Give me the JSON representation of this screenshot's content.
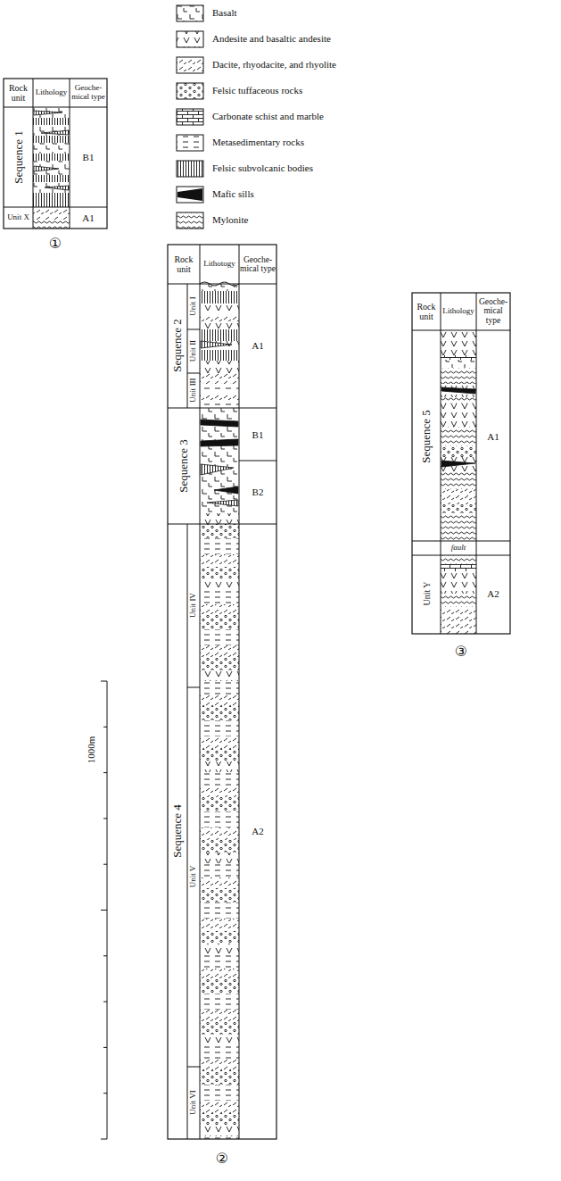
{
  "diagram": {
    "labels": [
      "Rock unit",
      "Lithology",
      "Geoche-mical type",
      "Sequence 1",
      "B1",
      "Unit X",
      "A1",
      "①",
      "Rock unit",
      "Lithotogy",
      "Geoche-mical type",
      "Sequence 2",
      "Unit I",
      "Unit II",
      "Unit III",
      "A1",
      "Sequence 3",
      "B1",
      "B2",
      "Sequence 4",
      "Unit IV",
      "Unit V",
      "Unit VI",
      "A2",
      "②",
      "1000m",
      "Rock unit",
      "Lithology",
      "Geoche-mical type",
      "Sequence 5",
      "A1",
      "fault",
      "Unit Y",
      "A2",
      "③"
    ],
    "legend": [
      {
        "text": "Basalt"
      },
      {
        "text": "Andesite and basaltic andesite"
      },
      {
        "text": "Dacite, rhyodacite, and rhyolite"
      },
      {
        "text": "Felsic tuffaceous rocks"
      },
      {
        "text": "Carbonate schist and marble"
      },
      {
        "text": "Metasedimentary rocks"
      },
      {
        "text": "Felsic subvolcanic bodies"
      },
      {
        "text": "Mafic sills"
      },
      {
        "text": "Mylonite"
      }
    ]
  }
}
